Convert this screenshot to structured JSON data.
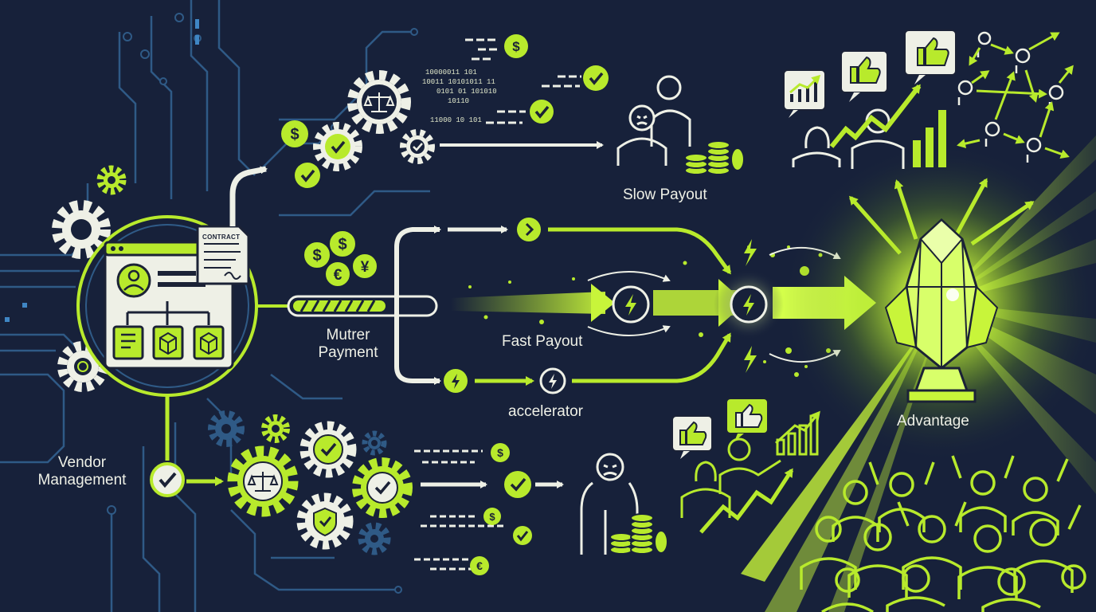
{
  "labels": {
    "slow_payout": "Slow Payout",
    "payment": "Mutrer\nPayment",
    "fast_payout": "Fast Payout",
    "accelerator": "accelerator",
    "vendor_management": "Vendor\nManagement",
    "advantage": "Advantage",
    "contract": "CONTRACT"
  },
  "binary_rows": [
    "10000011  101",
    "10011 10101011 11",
    "0101 01 101010",
    "10110",
    "11000 10 101"
  ],
  "currency": {
    "dollar": "$",
    "euro": "€",
    "yen": "¥"
  },
  "colors": {
    "background": "#17213a",
    "accent": "#b8ea2c",
    "light": "#eef0e6",
    "circuit": "#2f5a86"
  },
  "icons": [
    "gear-icon",
    "check-icon",
    "dollar-icon",
    "euro-icon",
    "yen-icon",
    "scale-icon",
    "shield-icon",
    "lightning-icon",
    "chevron-right-icon",
    "thumbs-up-icon",
    "trend-chart-icon",
    "coin-stack-icon",
    "person-icon",
    "crystal-trophy-icon",
    "contract-document-icon",
    "box-icon"
  ]
}
